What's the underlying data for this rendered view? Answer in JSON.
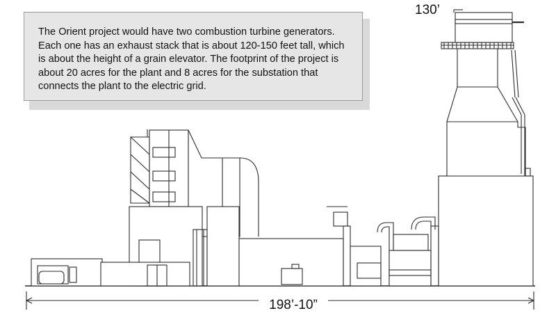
{
  "callout": {
    "text": "The Orient project would have two combustion turbine generators. Each one has an exhaust stack that is about 120-150 feet tall, which is about the height of a grain elevator. The footprint of the project is about 20 acres for the plant and 8 acres for the substation that connects the plant to the electric grid."
  },
  "dimensions": {
    "height": "130’",
    "width": "198’-10”"
  },
  "colors": {
    "line": "#2a2a2a",
    "callout_fill": "#e6e6e6",
    "callout_shadow": "#d9d9d9",
    "callout_border": "#9a9a9a"
  }
}
